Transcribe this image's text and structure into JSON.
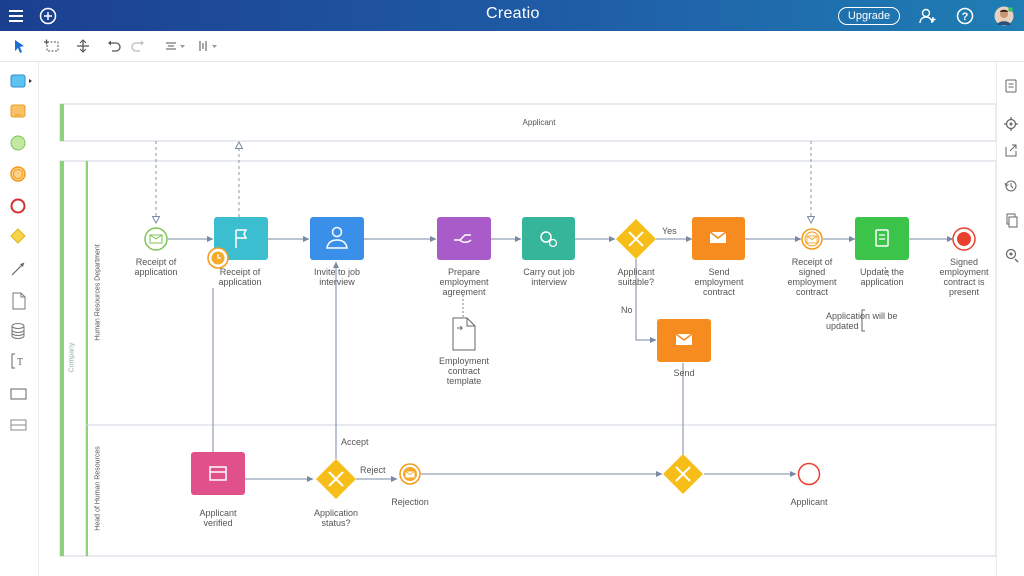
{
  "header": {
    "logo": "Creatio",
    "upgrade_label": "Upgrade"
  },
  "colors": {
    "header_start": "#1b3f8f",
    "header_end": "#1f7eb3",
    "task_teal": "#3bbfd0",
    "task_blue": "#3a8fe8",
    "task_purple": "#a95bc9",
    "task_green_teal": "#35b59a",
    "task_orange": "#f68c1f",
    "task_green": "#3cc44a",
    "task_pink": "#e0508b",
    "gateway": "#f7be1a",
    "end_red": "#e8402f"
  },
  "left_tools": [
    "user-task-tool",
    "subprocess-tool",
    "start-event-tool",
    "intermediate-event-tool",
    "end-event-tool",
    "gateway-tool",
    "connector-tool",
    "document-tool",
    "data-store-tool",
    "annotation-tool",
    "pool-tool",
    "lane-tool"
  ],
  "right_tools": [
    "properties-icon",
    "settings-icon",
    "export-icon",
    "history-icon",
    "copy-icon",
    "diagnostics-icon"
  ],
  "pools": {
    "applicant": "Applicant",
    "company": "Company",
    "lane_hr": "Human Resources Department",
    "lane_head": "Head of Human Resources"
  },
  "elements": {
    "receipt_start": "Receipt of\napplication",
    "receipt_task": "Receipt of\napplication",
    "invite": "Invite to job\ninterview",
    "prepare": "Prepare\nemployment\nagreement",
    "interview": "Carry out job\ninterview",
    "suitable": "Applicant\nsuitable?",
    "send_contract": "Send\nemployment\ncontract",
    "receipt_signed": "Receipt of\nsigned\nemployment\ncontract",
    "update_app": "Update the\napplication",
    "signed_end": "Signed\nemployment\ncontract is\npresent",
    "doc": "Employment\ncontract\ntemplate",
    "annotation": "Application will be\nupdated",
    "send": "Send",
    "verified": "Applicant\nverified",
    "status": "Application\nstatus?",
    "rejection": "Rejection",
    "applicant_end": "Applicant"
  },
  "flow_labels": {
    "yes": "Yes",
    "no": "No",
    "accept": "Accept",
    "reject": "Reject"
  }
}
